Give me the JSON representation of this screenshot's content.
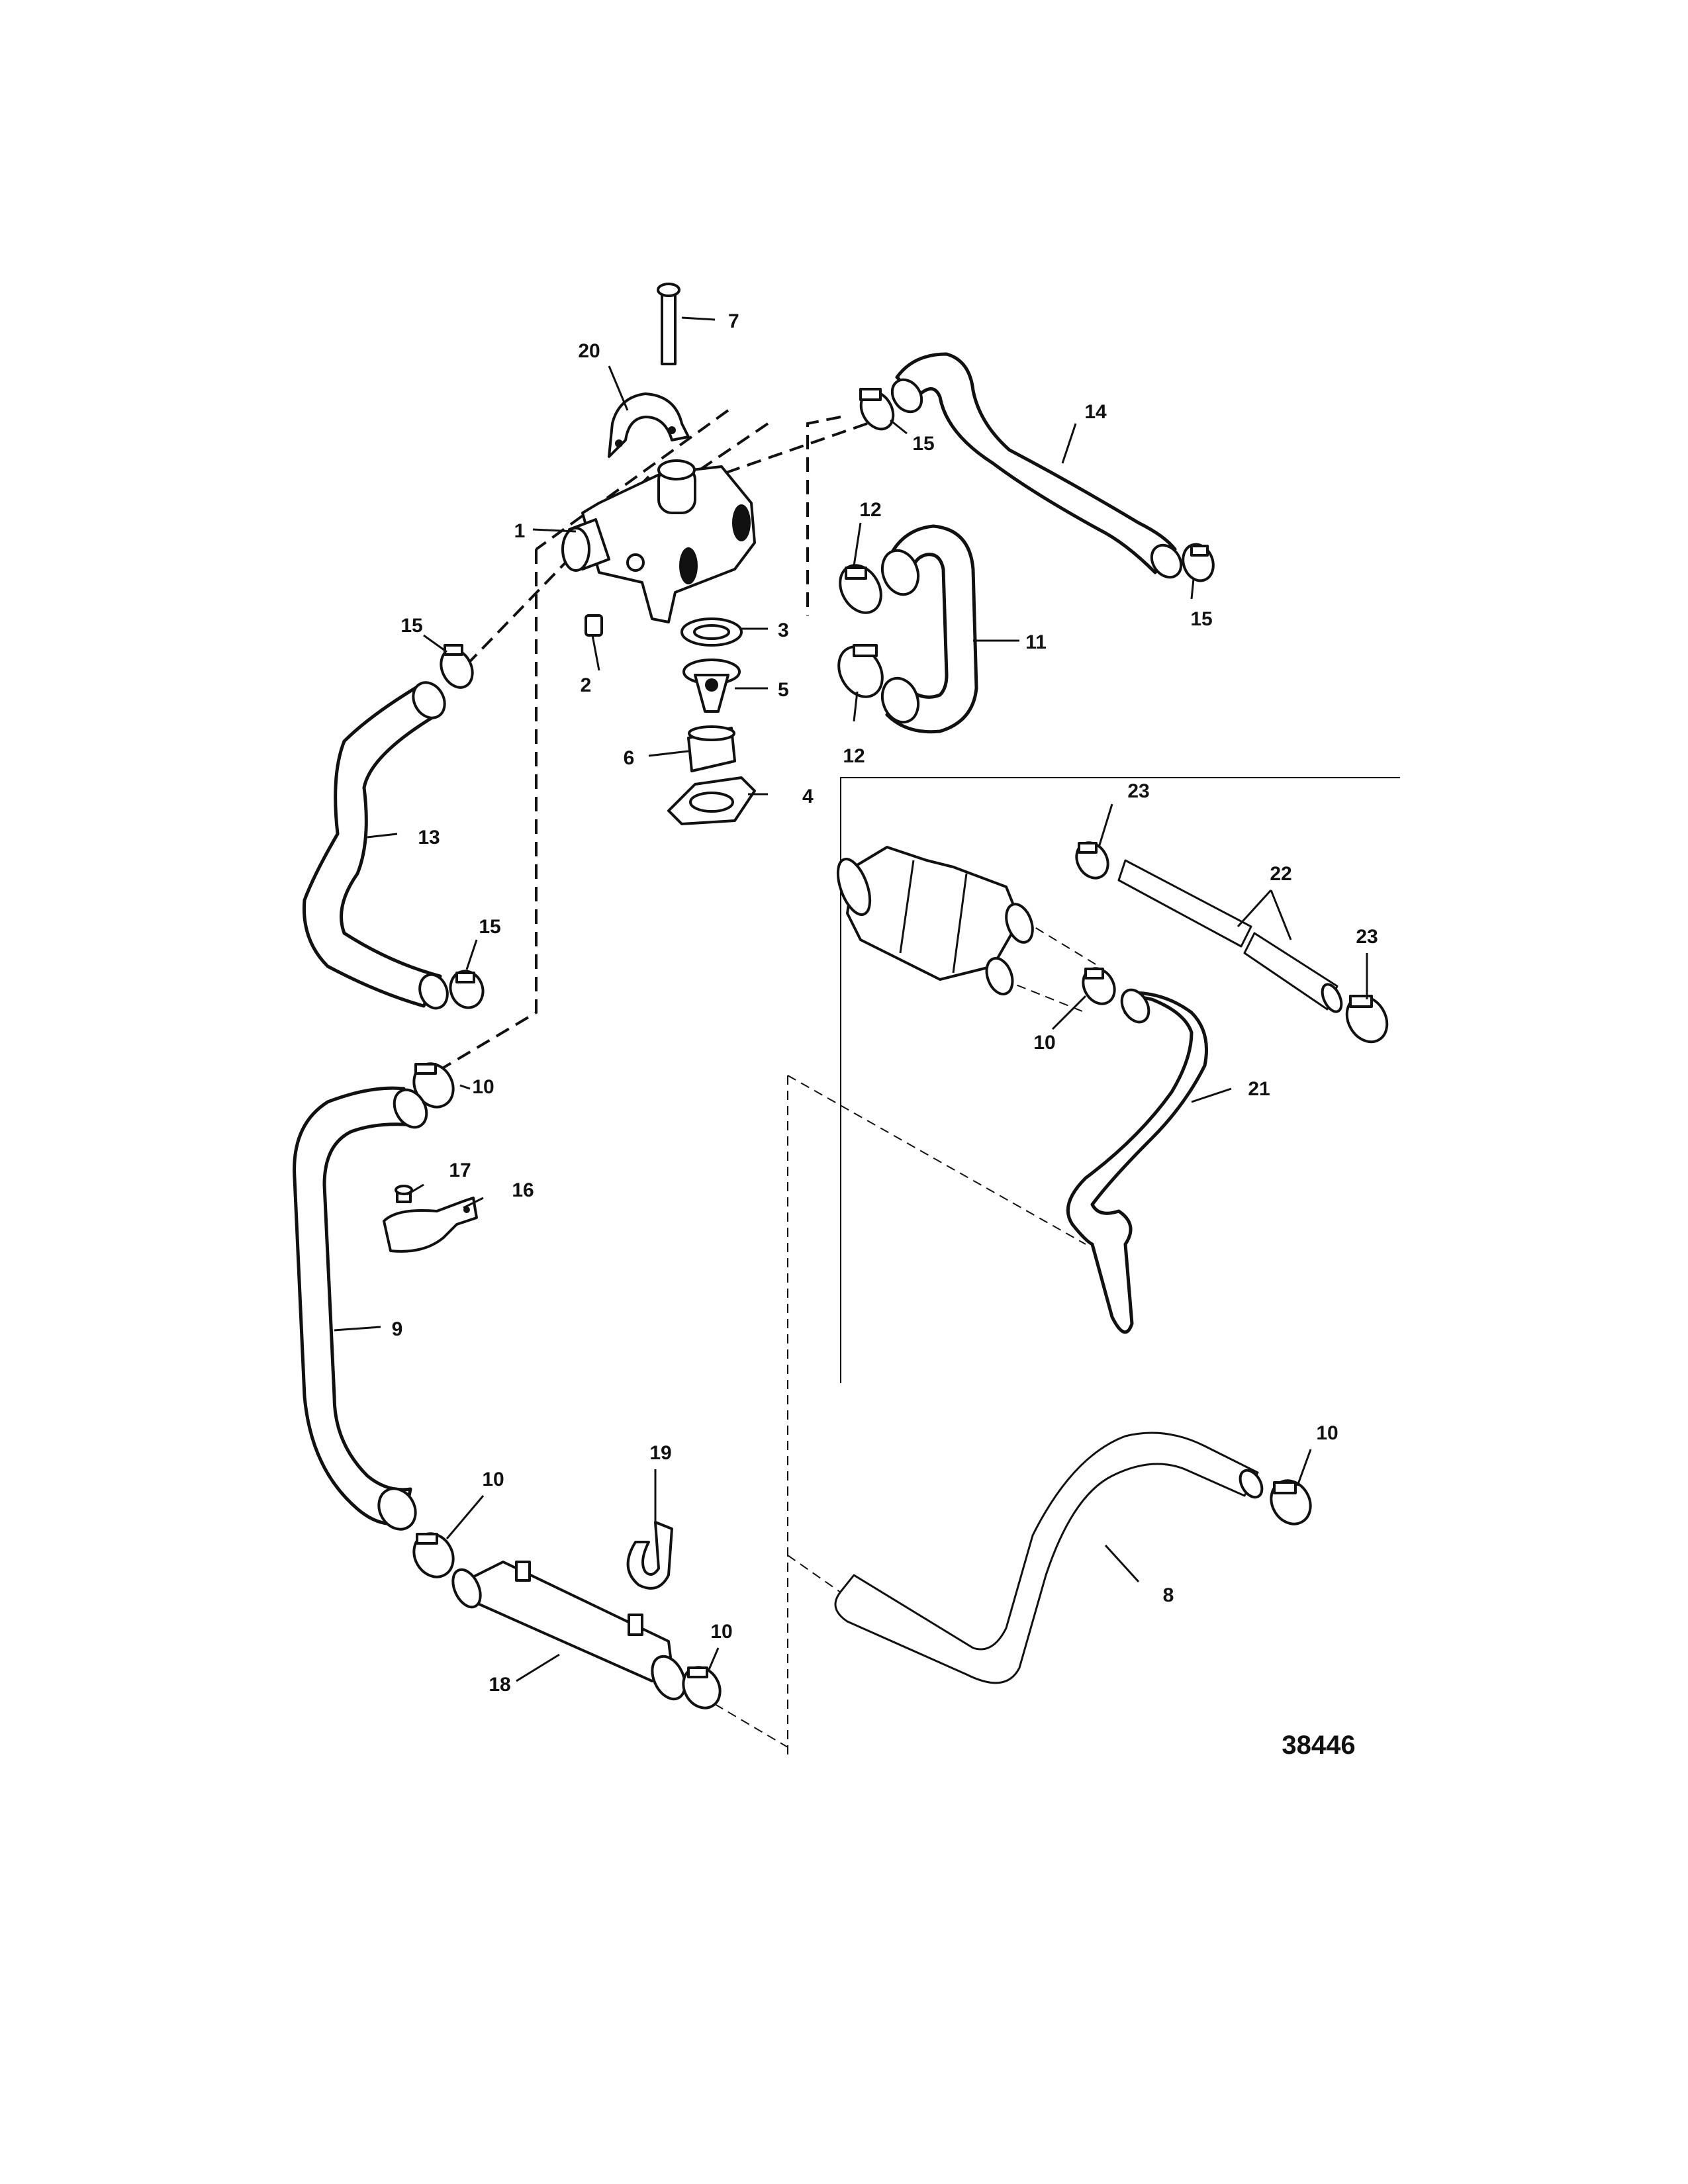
{
  "figure_number": "38446",
  "callouts": {
    "c1": "1",
    "c2": "2",
    "c3": "3",
    "c4": "4",
    "c5": "5",
    "c6": "6",
    "c7": "7",
    "c8": "8",
    "c9": "9",
    "c10a": "10",
    "c10b": "10",
    "c10c": "10",
    "c10d": "10",
    "c10e": "10",
    "c11": "11",
    "c12a": "12",
    "c12b": "12",
    "c13": "13",
    "c14": "14",
    "c15a": "15",
    "c15b": "15",
    "c15c": "15",
    "c15d": "15",
    "c16": "16",
    "c17": "17",
    "c18": "18",
    "c19": "19",
    "c20": "20",
    "c21": "21",
    "c22": "22",
    "c23a": "23",
    "c23b": "23"
  }
}
